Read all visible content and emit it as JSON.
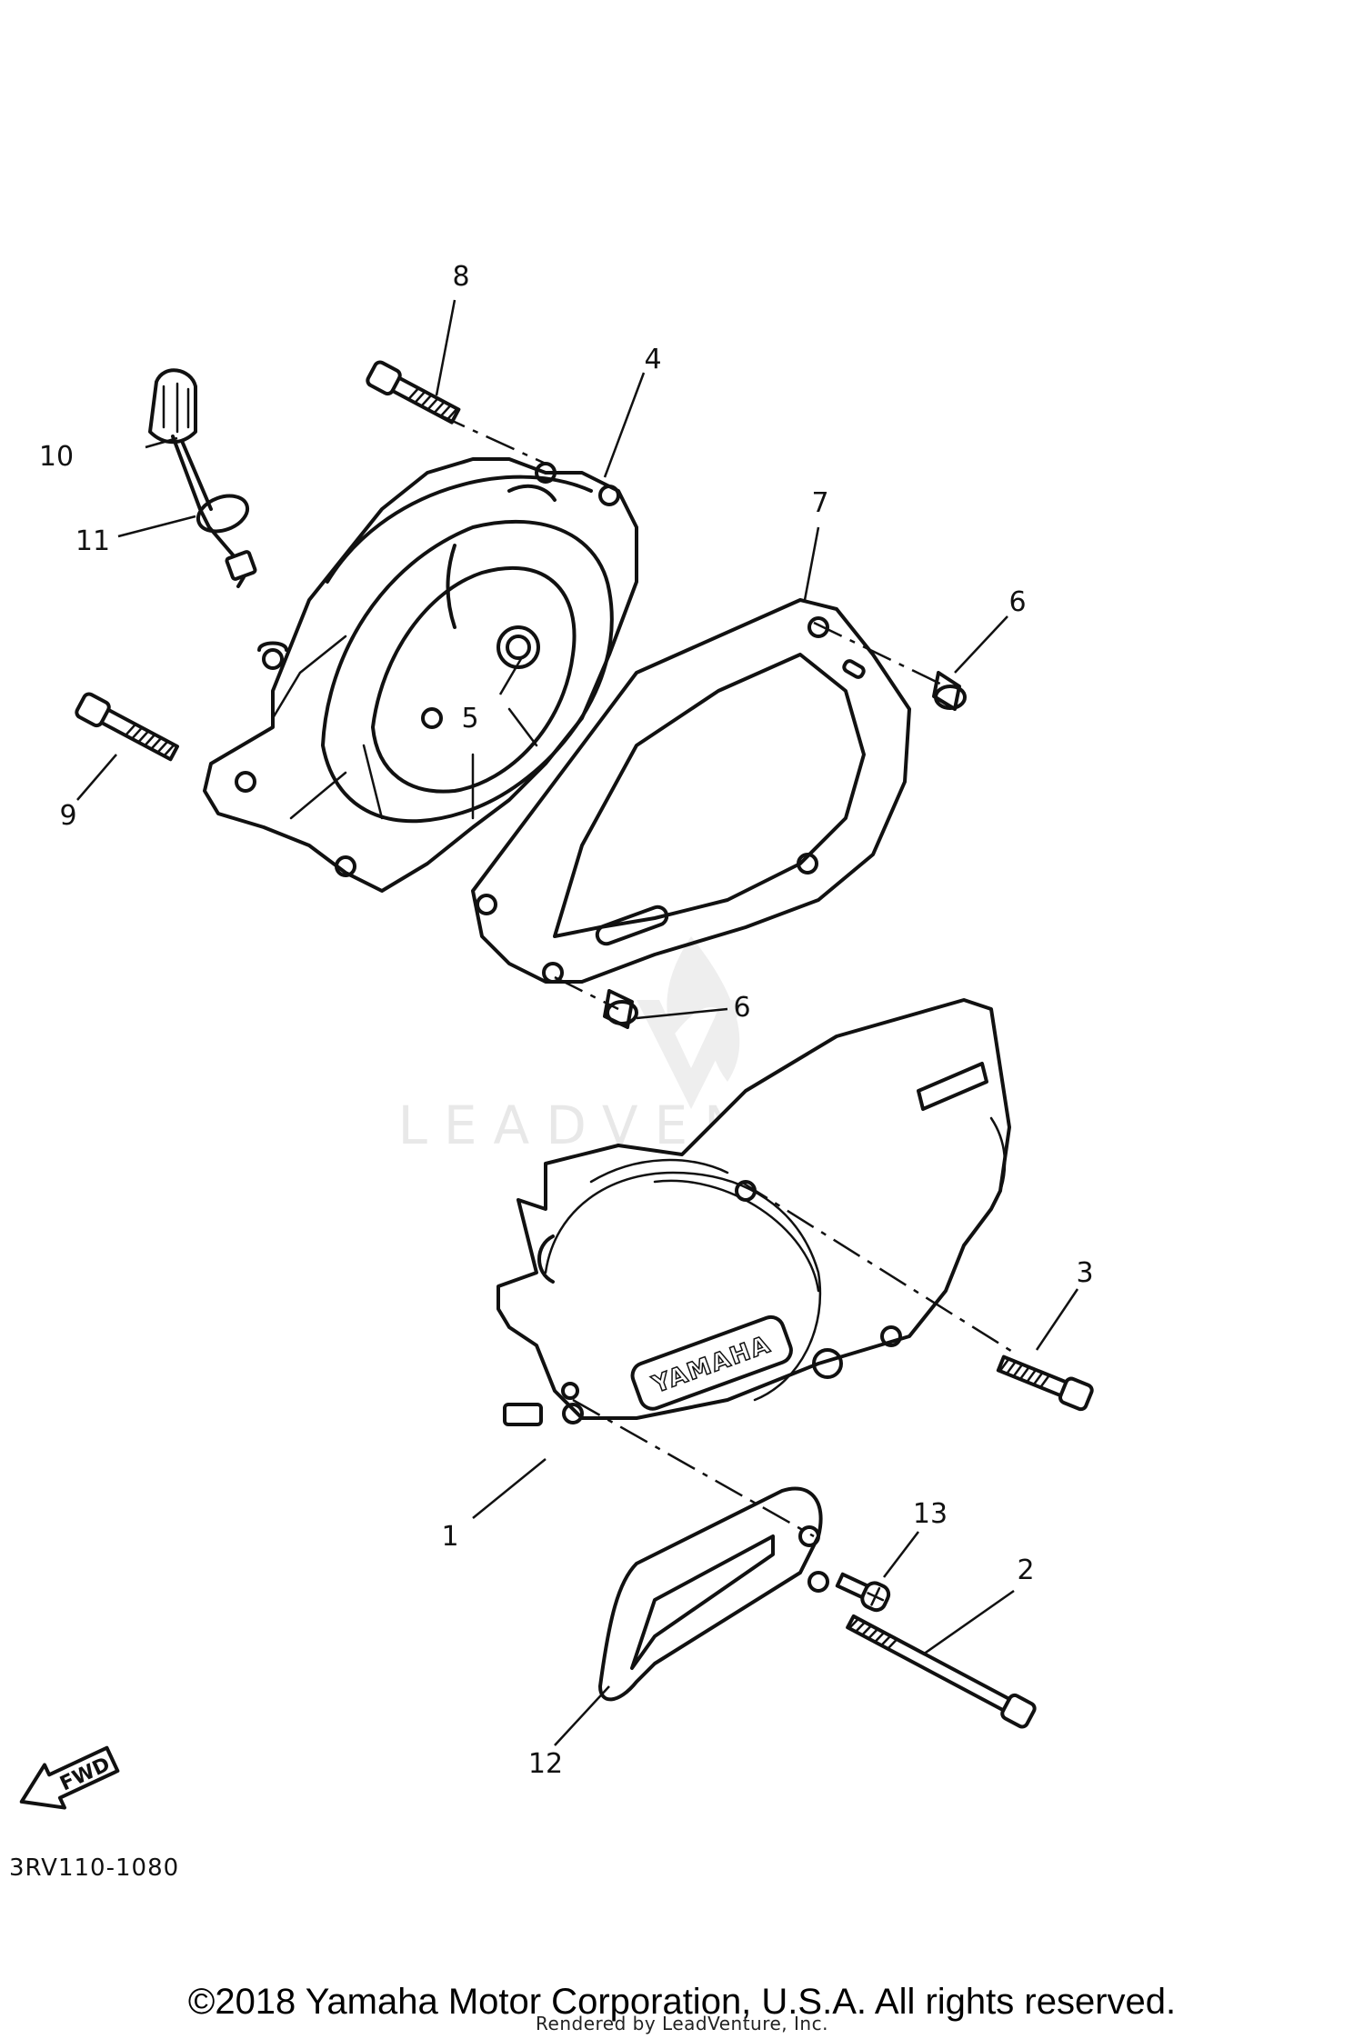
{
  "callouts": [
    "1",
    "2",
    "3",
    "4",
    "5",
    "6",
    "6",
    "7",
    "8",
    "9",
    "10",
    "11",
    "12",
    "13"
  ],
  "cover_emblem": "YAMAHA",
  "fwd_label": "FWD",
  "watermark": "LEADVENTURE",
  "reference_code": "3RV110-1080",
  "copyright": "©2018 Yamaha Motor Corporation, U.S.A. All rights reserved.",
  "rendered_by": "Rendered by LeadVenture, Inc."
}
